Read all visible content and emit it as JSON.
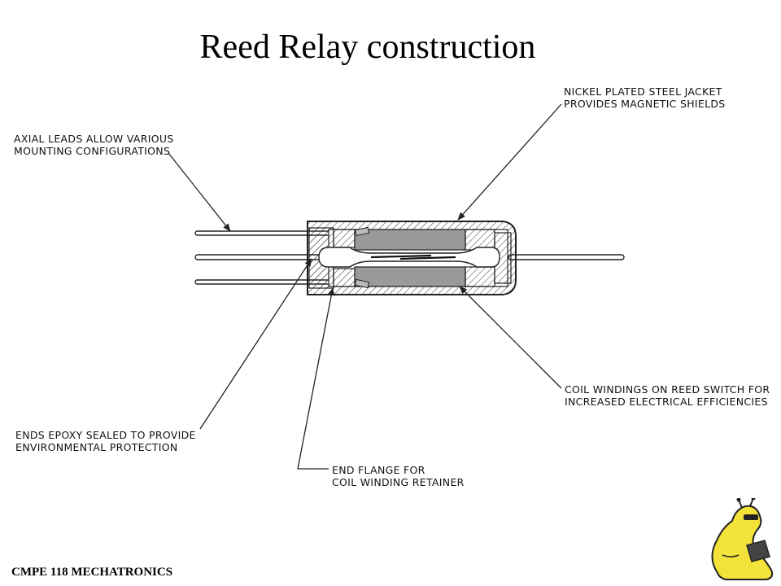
{
  "slide": {
    "title": "Reed Relay construction",
    "footer": "CMPE 118 MECHATRONICS"
  },
  "callouts": {
    "jacket": [
      "NICKEL PLATED STEEL JACKET",
      "PROVIDES MAGNETIC SHIELDS"
    ],
    "leads": [
      "AXIAL LEADS ALLOW VARIOUS",
      "MOUNTING CONFIGURATIONS"
    ],
    "coil": [
      "COIL WINDINGS ON REED SWITCH FOR",
      "INCREASED ELECTRICAL EFFICIENCIES"
    ],
    "epoxy": [
      "ENDS EPOXY SEALED TO PROVIDE",
      "ENVIRONMENTAL PROTECTION"
    ],
    "flange": [
      "END FLANGE FOR",
      "COIL WINDING RETAINER"
    ]
  },
  "colors": {
    "line": "#222222",
    "coil_fill": "#9a9a9a",
    "mascot_body": "#f2e23a"
  },
  "icons": {
    "mascot": "banana-slug-mascot-icon"
  }
}
